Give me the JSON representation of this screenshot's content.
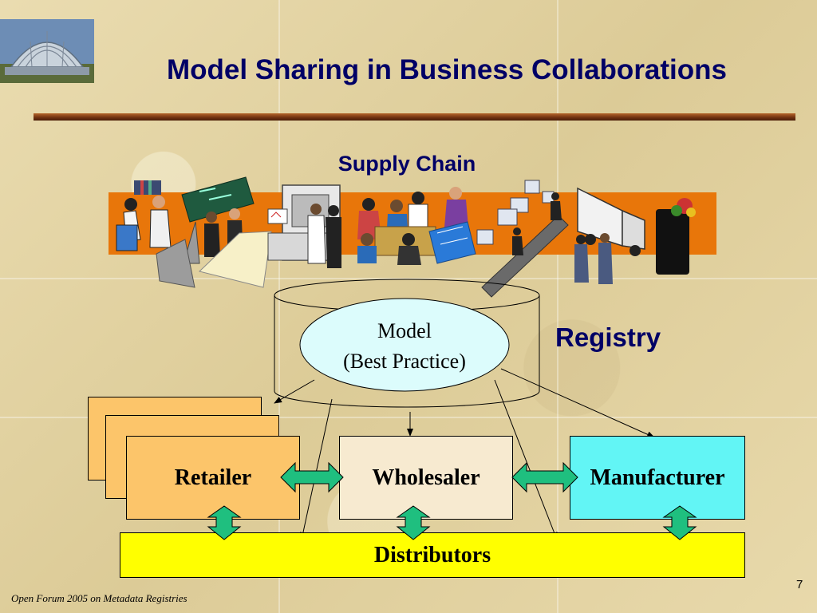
{
  "slide": {
    "title": "Model Sharing in Business Collaborations",
    "supply_chain_label": "Supply Chain",
    "registry_label": "Registry",
    "model": {
      "line1": "Model",
      "line2": "(Best Practice)"
    },
    "boxes": {
      "retailer": "Retailer",
      "wholesaler": "Wholesaler",
      "manufacturer": "Manufacturer",
      "distributors": "Distributors"
    },
    "footer": "Open Forum 2005 on Metadata Registries",
    "page_number": "7"
  },
  "colors": {
    "title": "#000066",
    "banner": "#e8760a",
    "retailer": "#fcc56a",
    "wholesaler": "#f7ead0",
    "manufacturer": "#62f5f5",
    "distributors": "#ffff00",
    "arrow_fill": "#1fbf7f",
    "model_ellipse": "#dcfcfc"
  },
  "icons": [
    "building-dome-logo",
    "supply-chain-clipart"
  ]
}
